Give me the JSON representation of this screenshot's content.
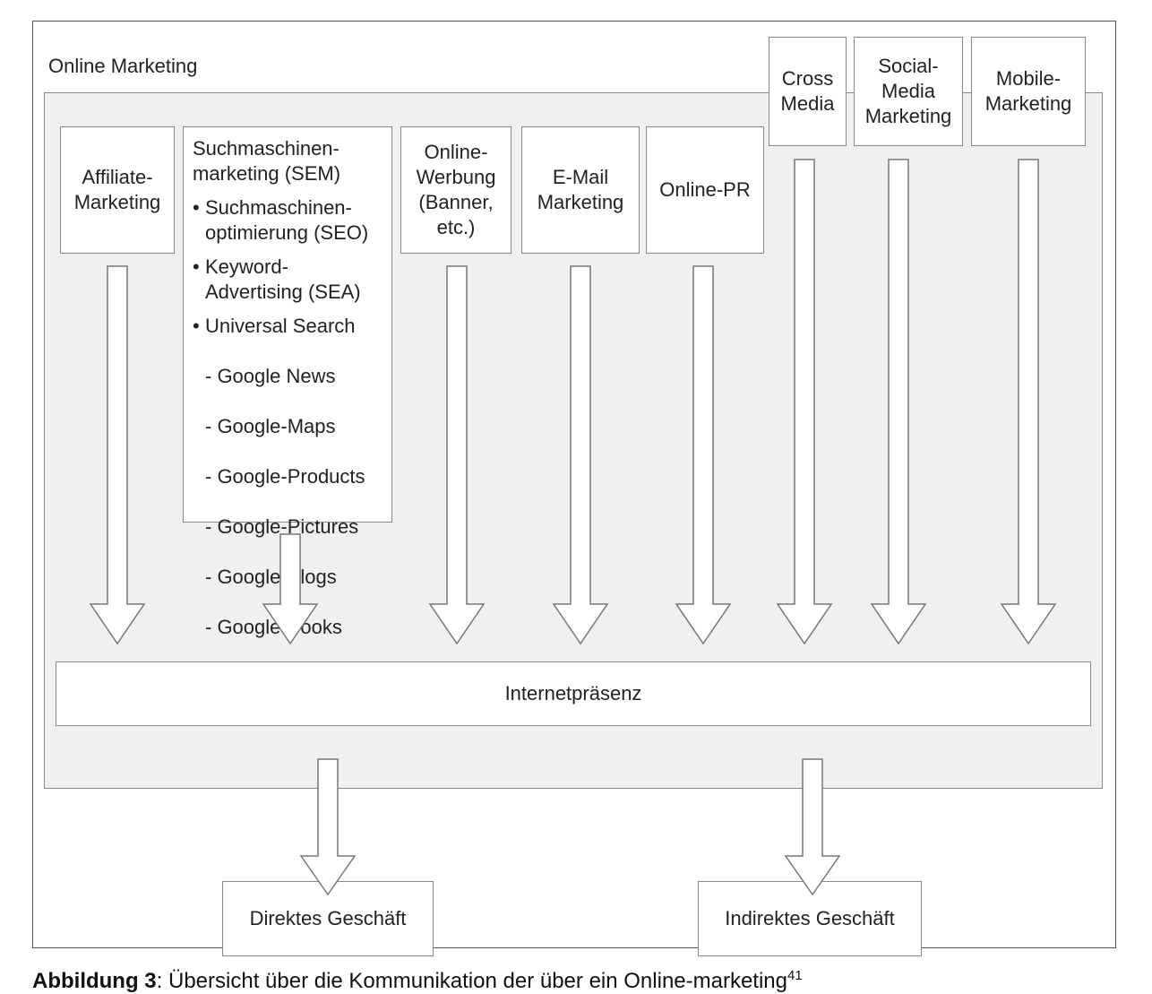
{
  "title": "Online Marketing",
  "boxes": {
    "affiliate": "Affiliate-\nMarketing",
    "sem": {
      "title": "Suchmaschinen-\nmarketing (SEM)",
      "bullets": [
        "Suchmaschinen-\noptimierung (SEO)",
        "Keyword-\nAdvertising (SEA)",
        "Universal Search"
      ],
      "universal_search_items": [
        "- Google News",
        "- Google-Maps",
        "- Google-Products",
        "- Google-Pictures",
        "- Google-Blogs",
        "- Google-Books"
      ]
    },
    "online_werbung": "Online-\nWerbung\n(Banner,\netc.)",
    "email": "E-Mail\nMarketing",
    "online_pr": "Online-PR",
    "cross_media": "Cross\nMedia",
    "social_media": "Social-\nMedia\nMarketing",
    "mobile": "Mobile-\nMarketing"
  },
  "internetpraesenz": "Internetpräsenz",
  "direkt": "Direktes Geschäft",
  "indirekt": "Indirektes Geschäft",
  "caption": {
    "label": "Abbildung 3",
    "text": ": Übersicht über die Kommunikation der über ein Online-marketing",
    "footnote": "41"
  }
}
